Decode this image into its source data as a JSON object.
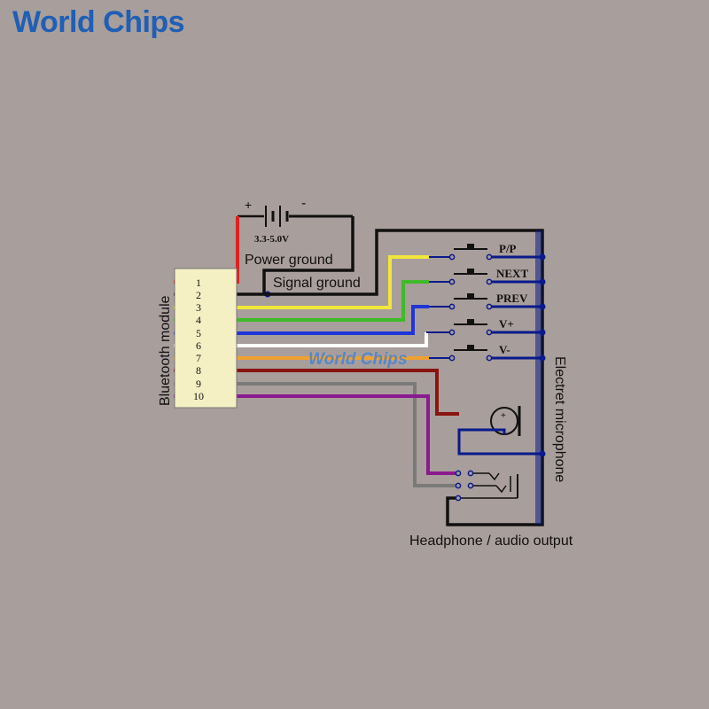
{
  "brand": {
    "logo_text": "World Chips",
    "watermark_text": "World Chips"
  },
  "battery": {
    "plus_sign": "+",
    "minus_sign": "-",
    "voltage": "3.3-5.0V"
  },
  "labels": {
    "power_ground": "Power ground",
    "signal_ground": "Signal ground",
    "bluetooth_module": "Bluetooth module",
    "electret_microphone": "Electret microphone",
    "headphone_output": "Headphone / audio output"
  },
  "pins": [
    "1",
    "2",
    "3",
    "4",
    "5",
    "6",
    "7",
    "8",
    "9",
    "10"
  ],
  "buttons": [
    "P/P",
    "NEXT",
    "PREV",
    "V+",
    "V-"
  ],
  "microphone": {
    "plus_sign": "+",
    "minus_sign": "-"
  },
  "colors": {
    "background": "#a89e9b",
    "module_fill": "#f5f0c4",
    "red": "#e02020",
    "black": "#111111",
    "yellow": "#f2e63a",
    "green": "#3fba2a",
    "blue": "#1f35d8",
    "white": "#ffffff",
    "orange": "#f0a030",
    "darkred": "#8a1410",
    "gray": "#7a7a7a",
    "purple": "#8a1a8f",
    "navy": "#0a1a8a",
    "logo_blue": "#1f5fb5"
  }
}
